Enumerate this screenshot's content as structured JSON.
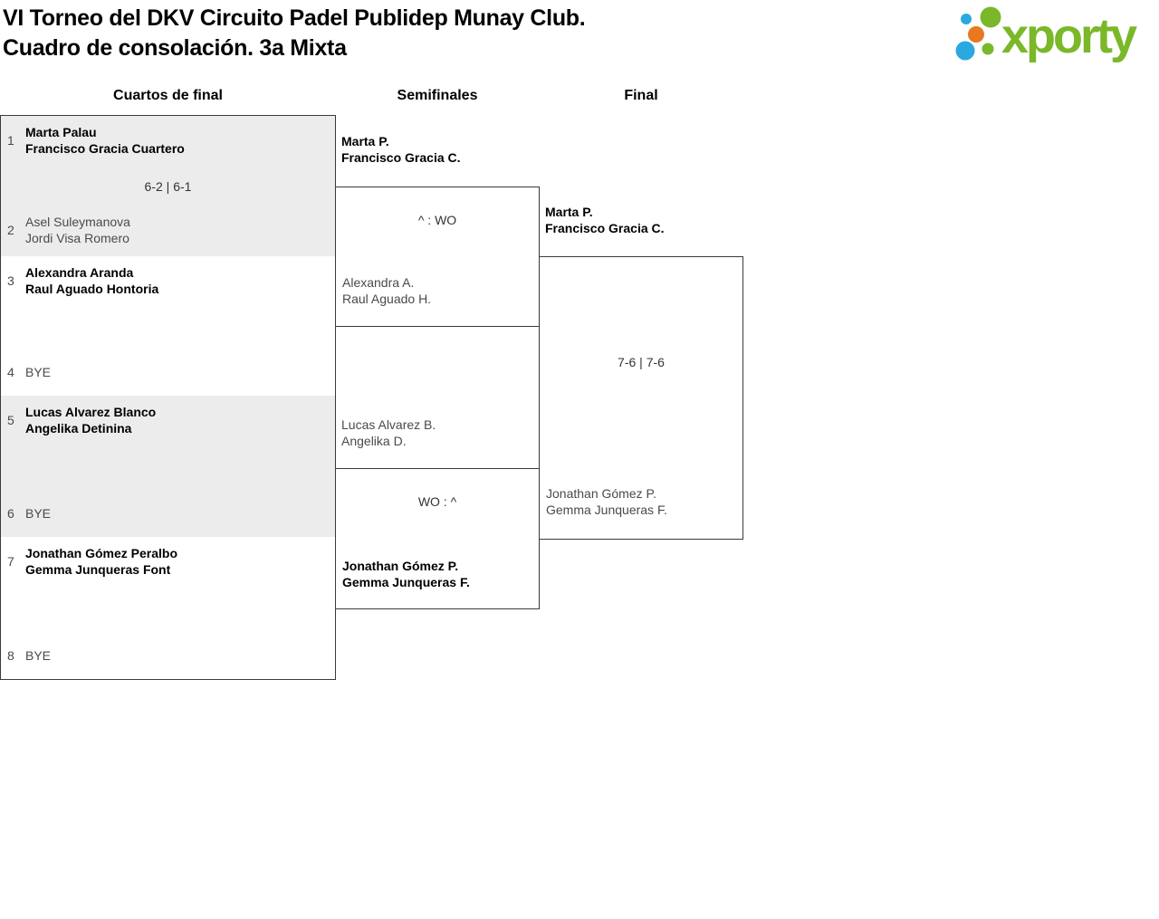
{
  "title": {
    "line1": "VI Torneo del DKV Circuito Padel Publidep Munay Club.",
    "line2": "Cuadro de consolación. 3a Mixta"
  },
  "logo": {
    "text": "xporty"
  },
  "colors": {
    "brand_green": "#7ab829",
    "brand_blue": "#2aa9e0",
    "brand_orange": "#e8791e",
    "box_gray": "#ececec",
    "winner_text": "#000000",
    "loser_text": "#4a4a4a",
    "border": "#3a3a3a"
  },
  "headers": {
    "quarterfinals": "Cuartos de final",
    "semifinals": "Semifinales",
    "final": "Final"
  },
  "bracket": {
    "quarterfinals": [
      {
        "top_seed": "1",
        "top_line1": "Marta Palau",
        "top_line2": "Francisco Gracia Cuartero",
        "score": "6-2 | 6-1",
        "bottom_seed": "2",
        "bottom_line1": "Asel Suleymanova",
        "bottom_line2": "Jordi Visa Romero"
      },
      {
        "top_seed": "3",
        "top_line1": "Alexandra Aranda",
        "top_line2": "Raul Aguado Hontoria",
        "score": "",
        "bottom_seed": "4",
        "bottom_line1": "BYE"
      },
      {
        "top_seed": "5",
        "top_line1": "Lucas Alvarez Blanco",
        "top_line2": "Angelika Detinina",
        "score": "",
        "bottom_seed": "6",
        "bottom_line1": "BYE"
      },
      {
        "top_seed": "7",
        "top_line1": "Jonathan Gómez Peralbo",
        "top_line2": "Gemma Junqueras Font",
        "score": "",
        "bottom_seed": "8",
        "bottom_line1": "BYE"
      }
    ],
    "semifinals": [
      {
        "top_line1": "Marta P.",
        "top_line2": "Francisco Gracia C.",
        "score": "^ : WO",
        "bottom_line1": "Alexandra A.",
        "bottom_line2": "Raul Aguado H."
      },
      {
        "top_line1": "Lucas Alvarez B.",
        "top_line2": "Angelika D.",
        "score": "WO : ^",
        "bottom_line1": "Jonathan Gómez P.",
        "bottom_line2": "Gemma Junqueras F."
      }
    ],
    "final": {
      "top_line1": "Marta P.",
      "top_line2": "Francisco Gracia C.",
      "score": "7-6 | 7-6",
      "bottom_line1": "Jonathan Gómez P.",
      "bottom_line2": "Gemma Junqueras F."
    }
  }
}
